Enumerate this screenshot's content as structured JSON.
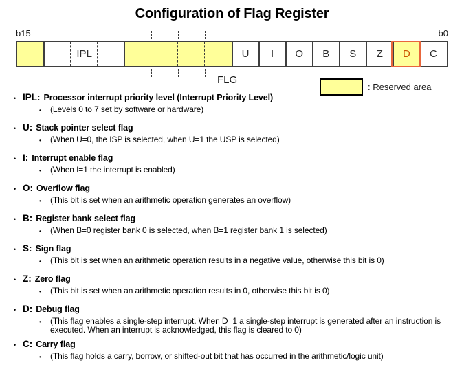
{
  "title": "Configuration of Flag Register",
  "register": {
    "bit_high_label": "b15",
    "bit_low_label": "b0",
    "ipl_label": "IPL",
    "bit_cells": [
      "U",
      "I",
      "O",
      "B",
      "S",
      "Z",
      "D",
      "C"
    ],
    "name_label": "FLG",
    "legend_label": ": Reserved area"
  },
  "colors": {
    "reserved_fill": "#ffff99",
    "debug_highlight_border": "#e8663c",
    "debug_text": "#cc5200",
    "line": "#3f3f3f"
  },
  "bullet_char": "•",
  "flags": [
    {
      "prefix": "IPL:",
      "name": "Processor interrupt priority level (Interrupt Priority Level)",
      "desc": "(Levels 0 to 7 set by software or hardware)"
    },
    {
      "prefix": "U:",
      "name": "Stack pointer select flag",
      "desc": "(When U=0, the ISP is selected, when U=1 the USP is selected)"
    },
    {
      "prefix": "I:",
      "name": "Interrupt enable flag",
      "desc": "(When I=1 the interrupt is enabled)"
    },
    {
      "prefix": "O:",
      "name": "Overflow flag",
      "desc": "(This bit is set when an arithmetic operation generates an overflow)"
    },
    {
      "prefix": "B:",
      "name": "Register bank select flag",
      "desc": "(When B=0 register bank 0 is selected, when B=1 register bank 1 is selected)"
    },
    {
      "prefix": "S:",
      "name": "Sign flag",
      "desc": "(This bit is set when an arithmetic operation results in a negative value, otherwise this bit is 0)"
    },
    {
      "prefix": "Z:",
      "name": "Zero flag",
      "desc": "(This bit is set when an arithmetic operation results in 0, otherwise this bit is 0)"
    },
    {
      "prefix": "D:",
      "name": "Debug flag",
      "desc": "(This flag enables a single-step interrupt. When D=1 a single-step interrupt is generated after an instruction is executed. When an interrupt is acknowledged, this flag is cleared to 0)"
    },
    {
      "prefix": "C:",
      "name": "Carry flag",
      "desc": "(This flag holds a carry, borrow, or shifted-out bit that has occurred in the arithmetic/logic unit)"
    }
  ]
}
